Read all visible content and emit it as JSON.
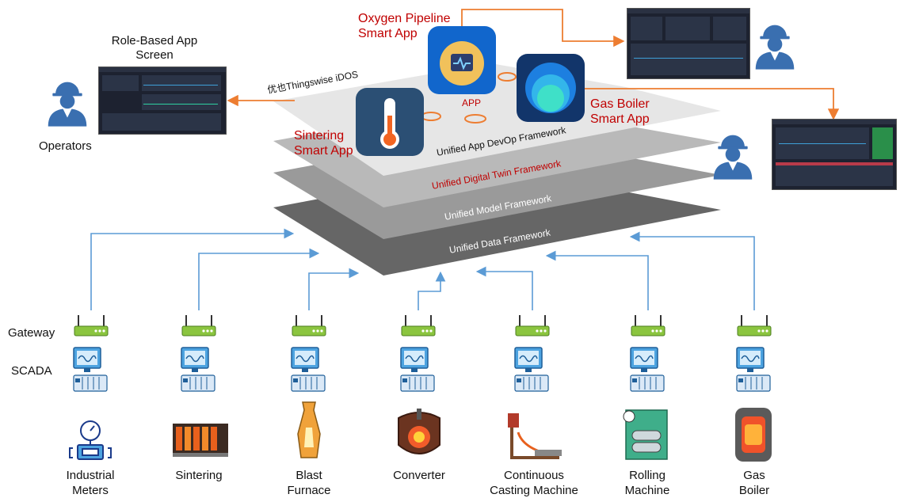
{
  "platform_label": "优也Thingswise iDOS",
  "screen_label": "Role-Based App Screen",
  "operators_label": "Operators",
  "app_label": "APP",
  "apps": {
    "oxygen": {
      "name": "Oxygen Pipeline Smart App",
      "line1": "Oxygen Pipeline",
      "line2": "Smart App"
    },
    "sintering": {
      "name": "Sintering Smart App",
      "line1": "Sintering",
      "line2": "Smart App"
    },
    "gas_boiler": {
      "name": "Gas Boiler Smart App",
      "line1": "Gas Boiler",
      "line2": "Smart App"
    }
  },
  "layers": [
    {
      "name": "Unified App DevOp Framework",
      "color": "#e3e3e3",
      "text_color": "#222222"
    },
    {
      "name": "Unified Digital Twin Framework",
      "color": "#b9b9b9",
      "text_color": "#c00000"
    },
    {
      "name": "Unified Model Framework",
      "color": "#9a9a9a",
      "text_color": "#ffffff"
    },
    {
      "name": "Unified Data Framework",
      "color": "#666666",
      "text_color": "#ffffff"
    }
  ],
  "row_labels": {
    "gateway": "Gateway",
    "scada": "SCADA"
  },
  "equipment": [
    {
      "line1": "Industrial",
      "line2": "Meters",
      "icon": "meter-icon"
    },
    {
      "line1": "Sintering",
      "line2": "",
      "icon": "sintering-icon"
    },
    {
      "line1": "Blast",
      "line2": "Furnace",
      "icon": "blast-furnace-icon"
    },
    {
      "line1": "Converter",
      "line2": "",
      "icon": "converter-icon"
    },
    {
      "line1": "Continuous",
      "line2": "Casting Machine",
      "icon": "casting-icon"
    },
    {
      "line1": "Rolling",
      "line2": "Machine",
      "icon": "rolling-icon"
    },
    {
      "line1": "Gas",
      "line2": "Boiler",
      "icon": "boiler-icon"
    }
  ],
  "colors": {
    "arrow_blue": "#5b9bd5",
    "arrow_orange": "#ed7d31",
    "app_red": "#c00000",
    "gateway_green": "#8bc53f"
  }
}
